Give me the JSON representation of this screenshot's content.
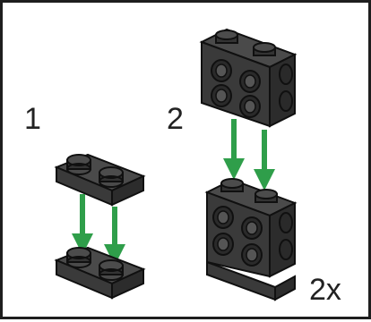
{
  "steps": [
    {
      "number": "1"
    },
    {
      "number": "2"
    }
  ],
  "quantity": "2x",
  "colors": {
    "brick": "#3c3c3c",
    "brick_top": "#4a4a4a",
    "outline": "#101010",
    "arrow": "#2f9e4a",
    "frame": "#1e1e1e"
  },
  "icons": {
    "plate": "black-1x2-plate",
    "bracket_brick": "black-1x2x2-brick-with-side-studs",
    "insert_arrow": "green-down-arrow"
  }
}
